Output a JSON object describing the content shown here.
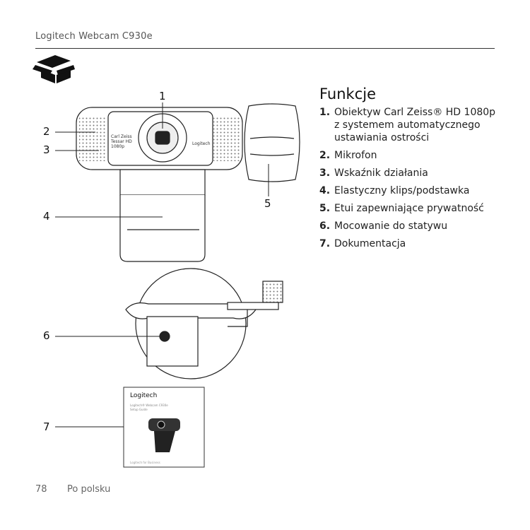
{
  "header": {
    "title": "Logitech Webcam C930e"
  },
  "features": {
    "title": "Funkcje",
    "items": [
      {
        "n": "1.",
        "text": "Obiektyw Carl Zeiss® HD 1080p z systemem automatycznego ustawiania ostrości"
      },
      {
        "n": "2.",
        "text": "Mikrofon"
      },
      {
        "n": "3.",
        "text": "Wskaźnik działania"
      },
      {
        "n": "4.",
        "text": "Elastyczny klips/podstawka"
      },
      {
        "n": "5.",
        "text": "Etui zapewniające prywatność"
      },
      {
        "n": "6.",
        "text": "Mocowanie do statywu"
      },
      {
        "n": "7.",
        "text": "Dokumentacja"
      }
    ]
  },
  "callouts": [
    "1",
    "2",
    "3",
    "4",
    "5",
    "6",
    "7"
  ],
  "illustration": {
    "brand": "Logitech",
    "lens_label": "Carl Zeiss Tessar HD 1080p",
    "manual_title": "Logitech® Webcam C930e",
    "manual_subtitle": "Setup Guide",
    "manual_footer": "Logitech for Business"
  },
  "footer": {
    "page": "78",
    "language": "Po polsku"
  }
}
